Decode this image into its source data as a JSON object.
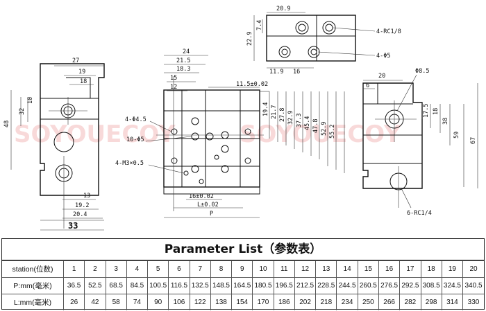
{
  "watermark": "SOYOUECOY",
  "left_view": {
    "dims": [
      "27",
      "19",
      "18",
      "10",
      "32",
      "48",
      "13",
      "19.2",
      "20.4",
      "33"
    ]
  },
  "center_view": {
    "dims": [
      "24",
      "21.5",
      "18.3",
      "15",
      "12",
      "11.5±0.02",
      "19.4",
      "21.7",
      "27.8",
      "32.9",
      "37.3",
      "45.4",
      "47.8",
      "52.9",
      "55.2",
      "16±0.02",
      "L±0.02",
      "P"
    ],
    "callouts": [
      "4-Φ4.5",
      "10-Φ5",
      "4-M3×0.5"
    ]
  },
  "top_view": {
    "dims": [
      "20.9",
      "7.4",
      "22.9",
      "11.9",
      "16"
    ],
    "callouts": [
      "4-RC1/8",
      "4-Φ5"
    ]
  },
  "right_view": {
    "dims": [
      "20",
      "6",
      "17.5",
      "18",
      "38",
      "59",
      "67"
    ],
    "callouts": [
      "Φ8.5",
      "6-RC1/4"
    ]
  },
  "parameter_list": {
    "title": "Parameter List（参数表）",
    "rows": [
      {
        "header": "station(位数)",
        "values": [
          "1",
          "2",
          "3",
          "4",
          "5",
          "6",
          "7",
          "8",
          "9",
          "10",
          "11",
          "12",
          "13",
          "14",
          "15",
          "16",
          "17",
          "18",
          "19",
          "20"
        ]
      },
      {
        "header": "P:mm(毫米)",
        "values": [
          "36.5",
          "52.5",
          "68.5",
          "84.5",
          "100.5",
          "116.5",
          "132.5",
          "148.5",
          "164.5",
          "180.5",
          "196.5",
          "212.5",
          "228.5",
          "244.5",
          "260.5",
          "276.5",
          "292.5",
          "308.5",
          "324.5",
          "340.5"
        ]
      },
      {
        "header": "L:mm(毫米)",
        "values": [
          "26",
          "42",
          "58",
          "74",
          "90",
          "106",
          "122",
          "138",
          "154",
          "170",
          "186",
          "202",
          "218",
          "234",
          "250",
          "266",
          "282",
          "298",
          "314",
          "330"
        ]
      }
    ]
  }
}
